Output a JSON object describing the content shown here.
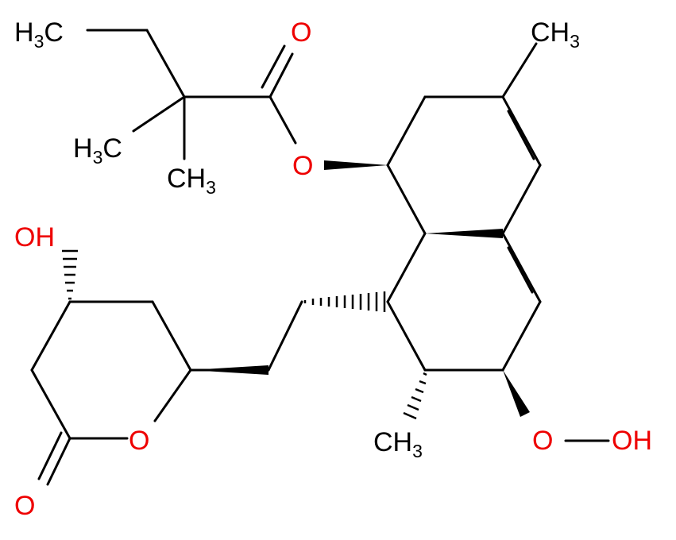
{
  "colors": {
    "bond": "#000000",
    "carbon_label": "#000000",
    "oxygen_label": "#EE0000",
    "background": "#FFFFFF"
  },
  "atom_labels": {
    "ch3_top_left": "H3C",
    "ch3_left": "H3C",
    "ch3_gem": "CH3",
    "ch3_ring_top": "CH3",
    "ch3_ring_bottom": "CH3",
    "o_carbonyl_ester": "O",
    "o_ester": "O",
    "oh_lactone": "OH",
    "o_ring_lactone": "O",
    "o_carbonyl_lactone": "O",
    "ooh_o": "O",
    "ooh_oh": "OH"
  }
}
